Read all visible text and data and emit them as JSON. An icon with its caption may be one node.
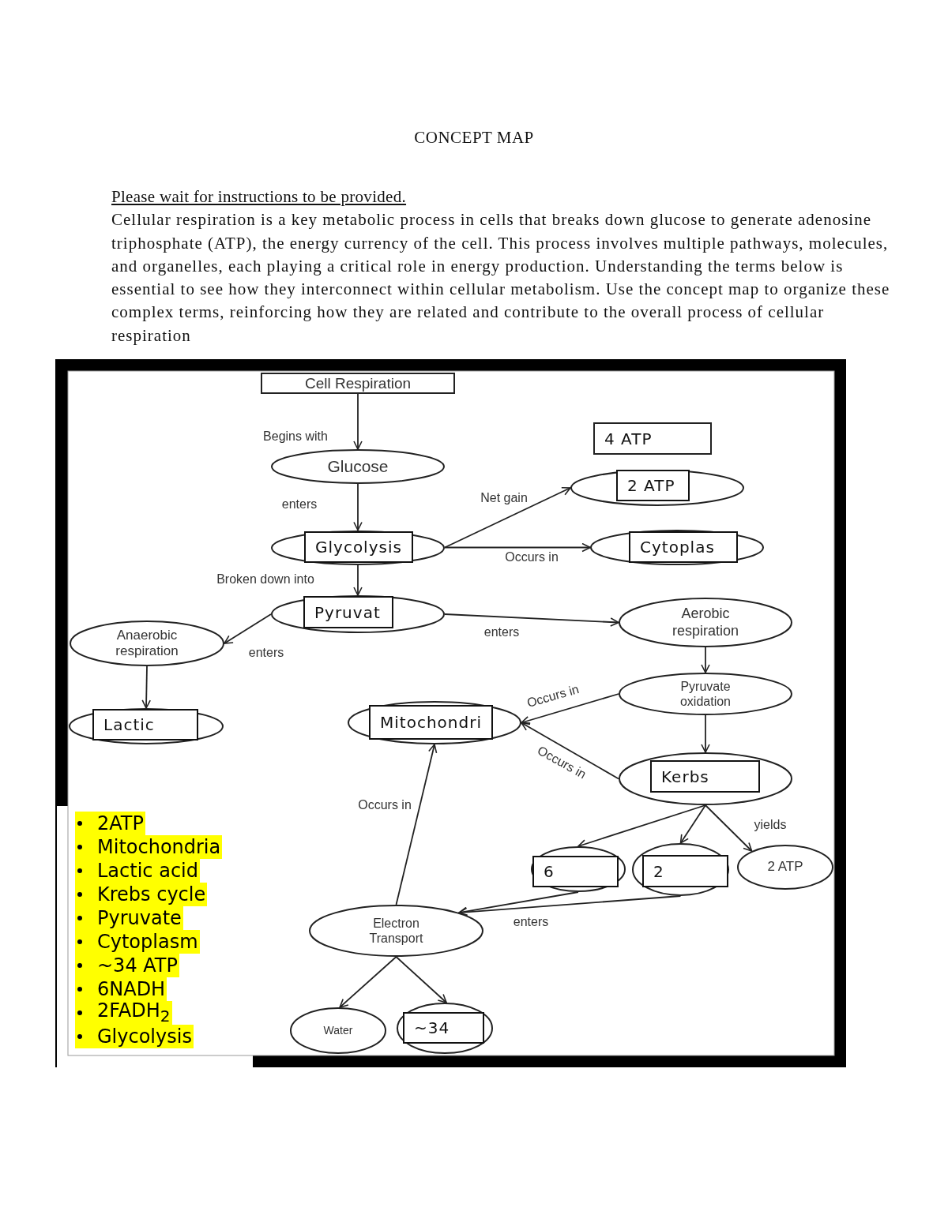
{
  "diagram": {
    "title": "CONCEPT MAP",
    "nodes": [
      {
        "text": [
          "Cell Respiration"
        ]
      },
      {
        "text": [
          "4 ATP"
        ]
      },
      {
        "text": [
          "Glucose"
        ]
      },
      {
        "text": [
          "2 ATP"
        ]
      },
      {
        "text": [
          "Glycolysis"
        ]
      },
      {
        "text": [
          "Cytoplas"
        ]
      },
      {
        "text": [
          "Pyruvat"
        ]
      },
      {
        "text": [
          "Aerobic respiration"
        ]
      },
      {
        "text": [
          "Anaerobic respiration"
        ]
      },
      {
        "text": [
          "Pyruvate oxidation"
        ]
      },
      {
        "text": [
          "Mitochondri"
        ]
      },
      {
        "text": [
          "Lactic"
        ]
      },
      {
        "text": [
          "Kerbs"
        ]
      },
      {
        "text": [
          "6"
        ]
      },
      {
        "text": [
          "2"
        ]
      },
      {
        "text": [
          "2 ATP"
        ]
      },
      {
        "text": [
          "Electron Transport"
        ]
      },
      {
        "text": [
          "Water"
        ]
      },
      {
        "text": [
          "~34"
        ]
      }
    ],
    "edges": [
      {
        "from": 0,
        "to": 2,
        "arrow": "to",
        "label": "Begins with"
      },
      {
        "from": 2,
        "to": 4,
        "arrow": "to",
        "label": "enters"
      },
      {
        "from": 4,
        "to": 3,
        "arrow": "to",
        "label": "Net gain"
      },
      {
        "from": 4,
        "to": 5,
        "arrow": "to",
        "label": "Occurs in"
      },
      {
        "from": 4,
        "to": 6,
        "arrow": "to",
        "label": "Broken down into"
      },
      {
        "from": 6,
        "to": 8,
        "arrow": "to",
        "label": "enters"
      },
      {
        "from": 6,
        "to": 7,
        "arrow": "to",
        "label": "enters"
      },
      {
        "from": 8,
        "to": 11,
        "arrow": "to"
      },
      {
        "from": 7,
        "to": 9,
        "arrow": "to"
      },
      {
        "from": 9,
        "to": 10,
        "arrow": "to",
        "label": "Occurs in"
      },
      {
        "from": 9,
        "to": 12,
        "arrow": "to"
      },
      {
        "from": 12,
        "to": 10,
        "arrow": "to",
        "label": "Occurs in"
      },
      {
        "from": 12,
        "to": 13,
        "arrow": "to"
      },
      {
        "from": 12,
        "to": 14,
        "arrow": "to"
      },
      {
        "from": 12,
        "to": 15,
        "arrow": "to",
        "label": "yields"
      },
      {
        "from": 13,
        "to": 16,
        "arrow": "to"
      },
      {
        "from": 14,
        "to": 16,
        "arrow": "to",
        "label": "enters"
      },
      {
        "from": 16,
        "to": 10,
        "arrow": "to",
        "label": "Occurs in"
      },
      {
        "from": 16,
        "to": 17,
        "arrow": "to"
      },
      {
        "from": 16,
        "to": 18,
        "arrow": "to"
      }
    ],
    "labels": [
      "Please wait for instructions to be provided.",
      "Cellular respiration is a key metabolic process in cells that breaks down glucose to generate adenosine triphosphate (ATP), the energy currency of the cell. This process involves multiple pathways, molecules, and organelles, each playing a critical role in energy production. Understanding the terms below is essential to see how they interconnect within cellular metabolism. Use the concept map to organize these complex terms, reinforcing how they are related and contribute to the overall process of cellular respiration",
      "2ATP",
      "Mitochondria",
      "Lactic acid",
      "Krebs cycle",
      "Pyruvate",
      "Cytoplasm",
      "~34 ATP",
      "6NADH",
      "2FADH$_{2}$",
      "Glycolysis"
    ]
  }
}
